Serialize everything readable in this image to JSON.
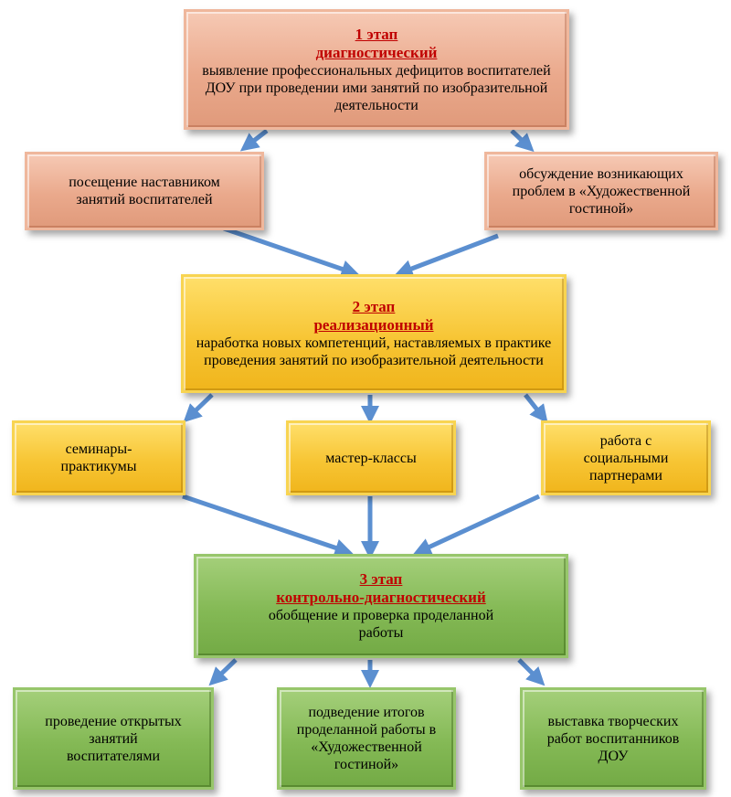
{
  "stages": [
    {
      "title": "1 этап",
      "name": "диагностический",
      "desc": "выявление профессиональных дефицитов воспитателей ДОУ при проведении ими занятий по изобразительной деятельности"
    },
    {
      "title": "2 этап",
      "name": "реализационный",
      "desc": "наработка новых компетенций, наставляемых в практике проведения занятий по изобразительной деятельности"
    },
    {
      "title": "3 этап",
      "name": "контрольно-диагностический",
      "desc": "обобщение и проверка проделанной работы"
    }
  ],
  "stage1_items": [
    "посещение наставником занятий воспитателей",
    "обсуждение возникающих проблем в «Художественной гостиной»"
  ],
  "stage2_items": [
    "семинары-практикумы",
    "мастер-классы",
    "работа с социальными партнерами"
  ],
  "stage3_items": [
    "проведение открытых занятий воспитателями",
    "подведение итогов проделанной работы в «Художественной гостиной»",
    "выставка творческих работ воспитанников ДОУ"
  ],
  "colors": {
    "stage1": "#eaa98c",
    "stage2": "#f7c534",
    "stage3": "#84b955",
    "arrow": "#5b8fd0",
    "stage_title": "#c00000"
  }
}
